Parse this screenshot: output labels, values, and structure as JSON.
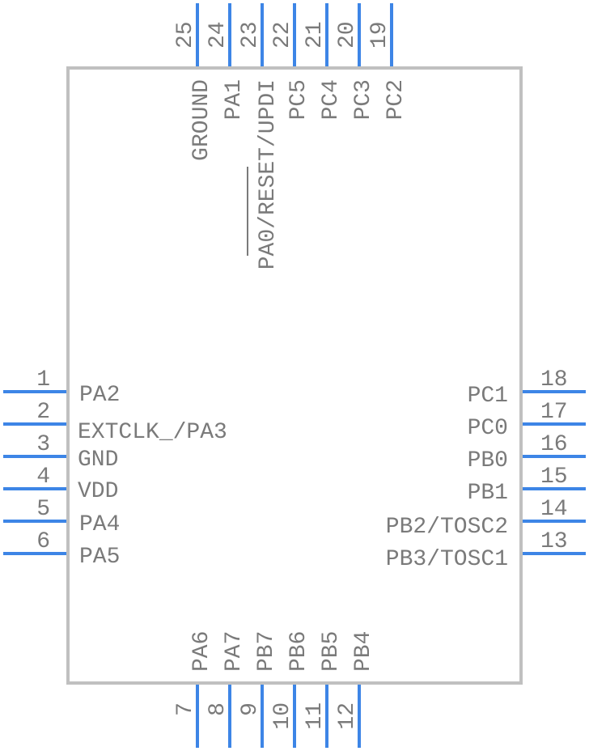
{
  "component": {
    "pins_left": [
      {
        "number": "1",
        "label": "PA2"
      },
      {
        "number": "2",
        "label": "EXTCLK_/PA3"
      },
      {
        "number": "3",
        "label": "GND"
      },
      {
        "number": "4",
        "label": "VDD"
      },
      {
        "number": "5",
        "label": "PA4"
      },
      {
        "number": "6",
        "label": "PA5"
      }
    ],
    "pins_bottom": [
      {
        "number": "7",
        "label": "PA6"
      },
      {
        "number": "8",
        "label": "PA7"
      },
      {
        "number": "9",
        "label": "PB7"
      },
      {
        "number": "10",
        "label": "PB6"
      },
      {
        "number": "11",
        "label": "PB5"
      },
      {
        "number": "12",
        "label": "PB4"
      }
    ],
    "pins_right": [
      {
        "number": "13",
        "label": "PB3/TOSC1"
      },
      {
        "number": "14",
        "label": "PB2/TOSC2"
      },
      {
        "number": "15",
        "label": "PB1"
      },
      {
        "number": "16",
        "label": "PB0"
      },
      {
        "number": "17",
        "label": "PC0"
      },
      {
        "number": "18",
        "label": "PC1"
      }
    ],
    "pins_top": [
      {
        "number": "19",
        "label": "PC2"
      },
      {
        "number": "20",
        "label": "PC3"
      },
      {
        "number": "21",
        "label": "PC4"
      },
      {
        "number": "22",
        "label": "PC5"
      },
      {
        "number": "23",
        "label": "PA0/RESET/UPDI"
      },
      {
        "number": "24",
        "label": "PA1"
      },
      {
        "number": "25",
        "label": "GROUND"
      }
    ],
    "colors": {
      "pin": "#3d85e6",
      "outline": "#c0c0c0",
      "text": "#7a7a7a"
    }
  }
}
